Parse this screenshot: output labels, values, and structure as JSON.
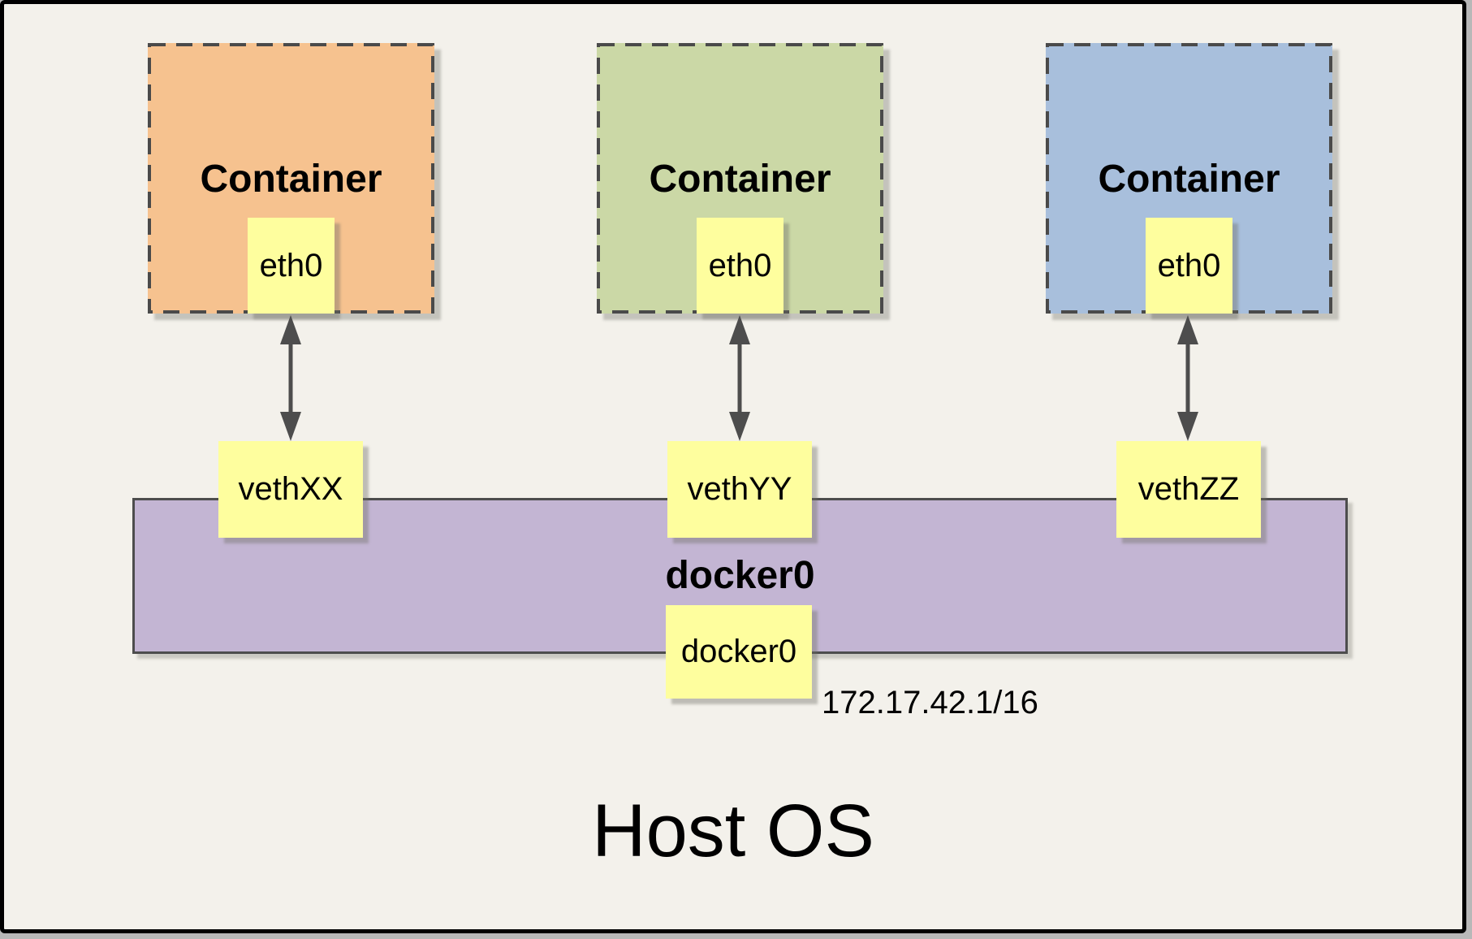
{
  "colors": {
    "background": "#F3F1EB",
    "frame_border": "#000000",
    "dashed_border": "#4A4A4A",
    "yellow_node": "#FEFE9E",
    "bridge_fill": "#C3B5D3",
    "bridge_border": "#4D4D4D",
    "arrow": "#4D4D4D",
    "container_fills": [
      "#F6C28F",
      "#CBD8A6",
      "#A8BFDC"
    ]
  },
  "containers": [
    {
      "label": "Container",
      "interface": "eth0",
      "veth": "vethXX",
      "fill": "#F6C28F"
    },
    {
      "label": "Container",
      "interface": "eth0",
      "veth": "vethYY",
      "fill": "#CBD8A6"
    },
    {
      "label": "Container",
      "interface": "eth0",
      "veth": "vethZZ",
      "fill": "#A8BFDC"
    }
  ],
  "bridge": {
    "label": "docker0",
    "interface": "docker0",
    "ip_address": "172.17.42.1/16"
  },
  "host": {
    "label": "Host OS"
  }
}
